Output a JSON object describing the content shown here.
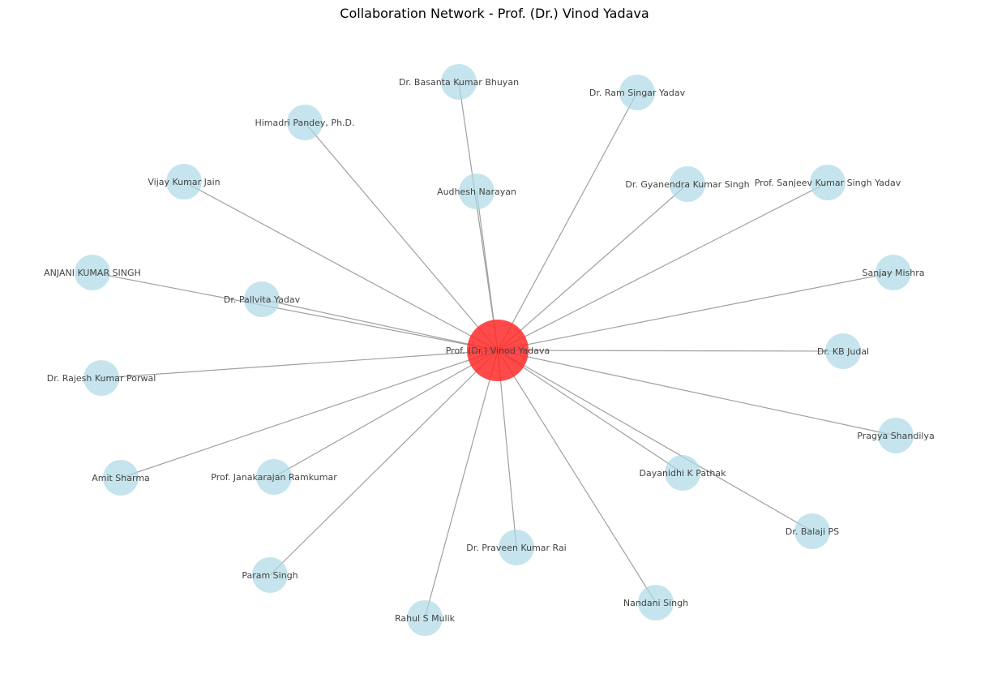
{
  "title": "Collaboration Network - Prof. (Dr.) Vinod Yadava",
  "colors": {
    "center_fill": "#ff2a2a",
    "node_fill": "#add8e6",
    "edge": "#a0a0a0",
    "label": "#444444"
  },
  "center": {
    "label": "Prof. (Dr.) Vinod Yadava"
  },
  "collaborators": [
    {
      "label": "Dr. Basanta Kumar Bhuyan"
    },
    {
      "label": "Dr. Ram Singar Yadav"
    },
    {
      "label": "Himadri Pandey, Ph.D."
    },
    {
      "label": "Audhesh Narayan"
    },
    {
      "label": "Dr. Gyanendra Kumar Singh"
    },
    {
      "label": "Prof. Sanjeev Kumar Singh Yadav"
    },
    {
      "label": "Vijay Kumar Jain"
    },
    {
      "label": "ANJANI KUMAR SINGH"
    },
    {
      "label": "Dr. Pallvita Yadav"
    },
    {
      "label": "Sanjay Mishra"
    },
    {
      "label": "Dr. KB Judal"
    },
    {
      "label": "Dr. Rajesh Kumar Porwal"
    },
    {
      "label": "Pragya Shandilya"
    },
    {
      "label": "Amit Sharma"
    },
    {
      "label": "Prof. Janakarajan Ramkumar"
    },
    {
      "label": "Dayanidhi K Pathak"
    },
    {
      "label": "Dr. Balaji PS"
    },
    {
      "label": "Dr. Praveen Kumar Rai"
    },
    {
      "label": "Param Singh"
    },
    {
      "label": "Nandani Singh"
    },
    {
      "label": "Rahul S Mulik"
    }
  ]
}
